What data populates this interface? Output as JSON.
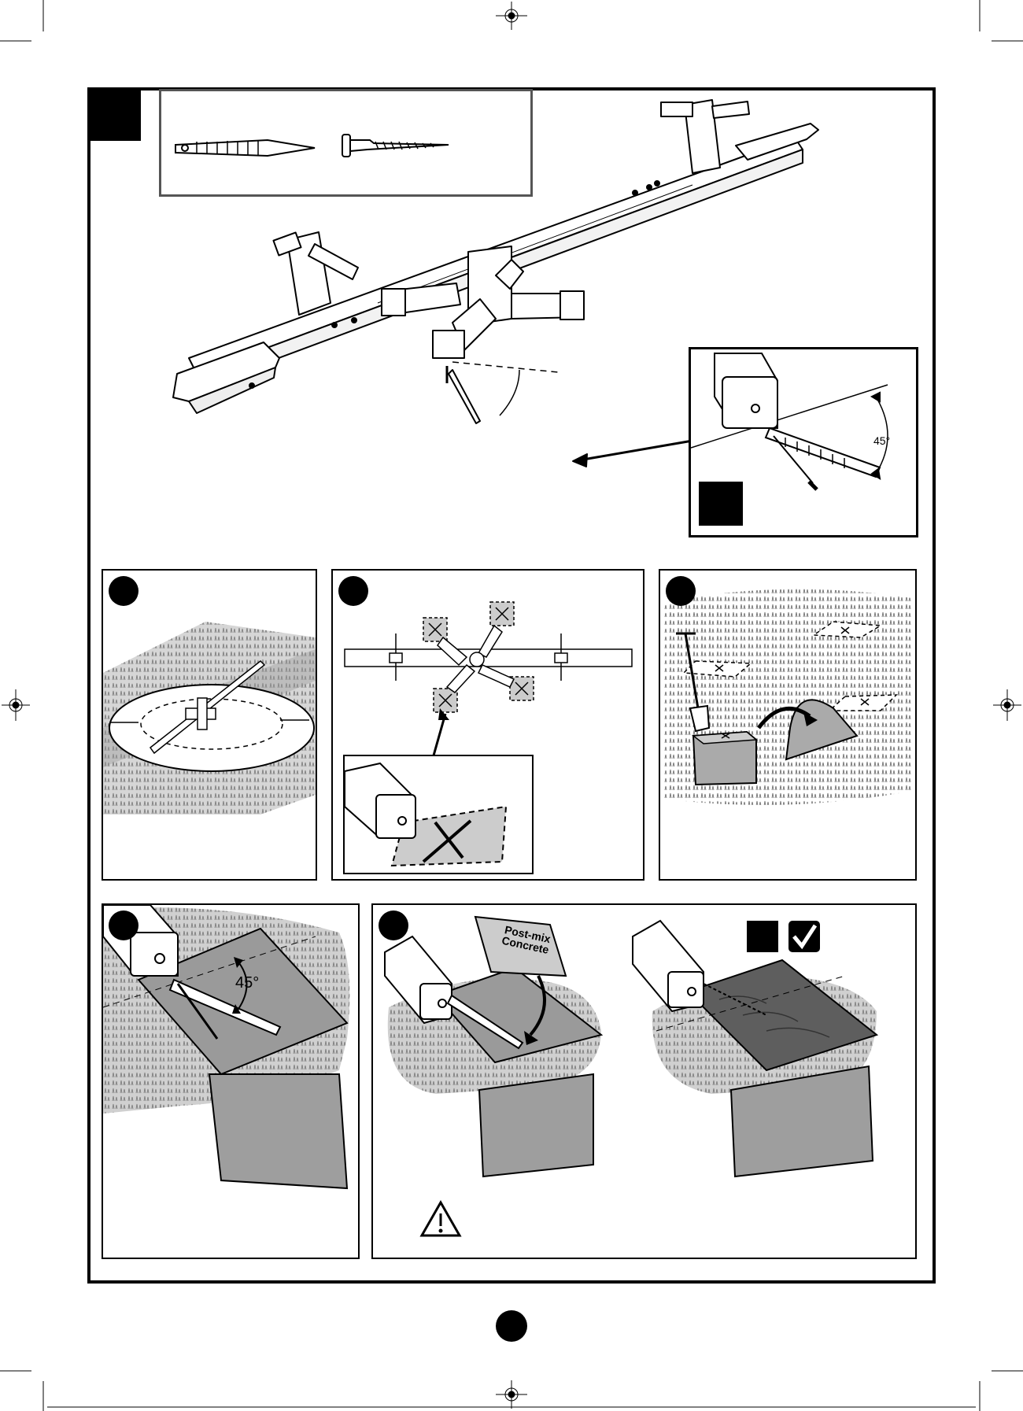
{
  "page": {
    "angle_label_inset": "45°",
    "angle_label_step4": "45°",
    "concrete_bag_label_line1": "Post-mix",
    "concrete_bag_label_line2": "Concrete"
  },
  "icons": {
    "registration": "crosshair-registration-mark",
    "warning": "warning-triangle-icon",
    "check": "check-mark-icon"
  },
  "colors": {
    "ink": "#000000",
    "paper": "#ffffff",
    "grass": "#cfcfcf",
    "hole": "#9a9a9a",
    "concrete": "#5e5e5e",
    "marker_zone": "#d0d0d0"
  }
}
